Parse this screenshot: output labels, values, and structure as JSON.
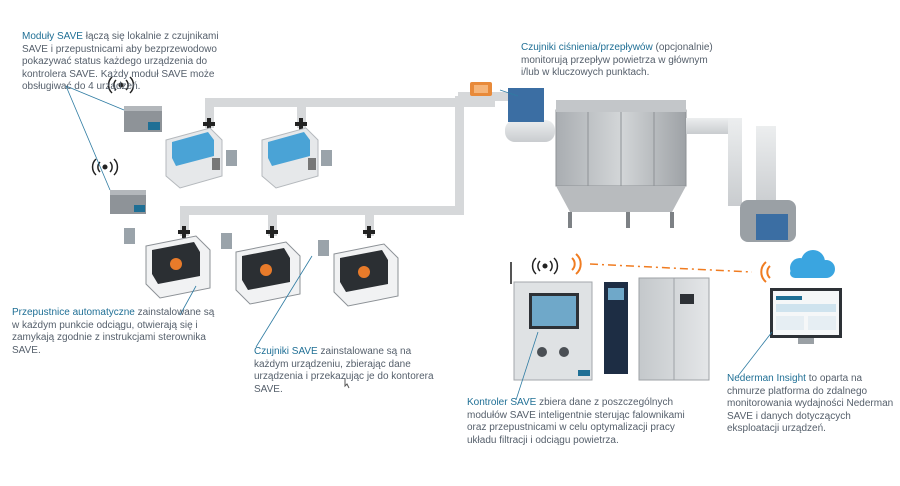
{
  "captions": {
    "modules": {
      "title": "Moduły SAVE",
      "text": " łączą się lokalnie z czujnikami SAVE i przepustnicami aby bezprzewodowo pokazywać status każdego urządzenia do kontrolera SAVE. Każdy moduł SAVE może obsługiwać do 4 urządzeń."
    },
    "sensors_pressure": {
      "title": "Czujniki ciśnienia/przepływów",
      "text": " (opcjonalnie) monitorują przepływ powietrza w głównym i/lub w kluczowych punktach."
    },
    "dampers": {
      "title": "Przepustnice automatyczne",
      "text": " zainstalowane są w każdym punkcie odciągu, otwierają się i zamykają zgodnie z instrukcjami sterownika SAVE."
    },
    "sensors": {
      "title": "Czujniki SAVE",
      "text": " zainstalowane są na każdym urządzeniu, zbierając dane urządzenia i przekazując je do kontorera SAVE."
    },
    "controller": {
      "title": "Kontroler SAVE",
      "text": " zbiera dane z poszczególnych modułów SAVE inteligentnie sterując falownikami oraz przepustnicami w celu optymalizacji pracy układu filtracji i odciągu powietrza."
    },
    "insight": {
      "title": "Nederman Insight",
      "text": " to oparta na chmurze platforma do zdalnego monitorowania wydajności Nederman SAVE i danych dotyczących eksploatacji urządzeń."
    }
  },
  "colors": {
    "accent": "#1f6f95",
    "text": "#555f6b",
    "duct": "#d6d8da",
    "signal": "#f07c21",
    "cloud": "#3aa5e0",
    "machine_blue": "#4aa3d6"
  },
  "icons": [
    "wireless-signal-icon",
    "cloud-icon"
  ]
}
